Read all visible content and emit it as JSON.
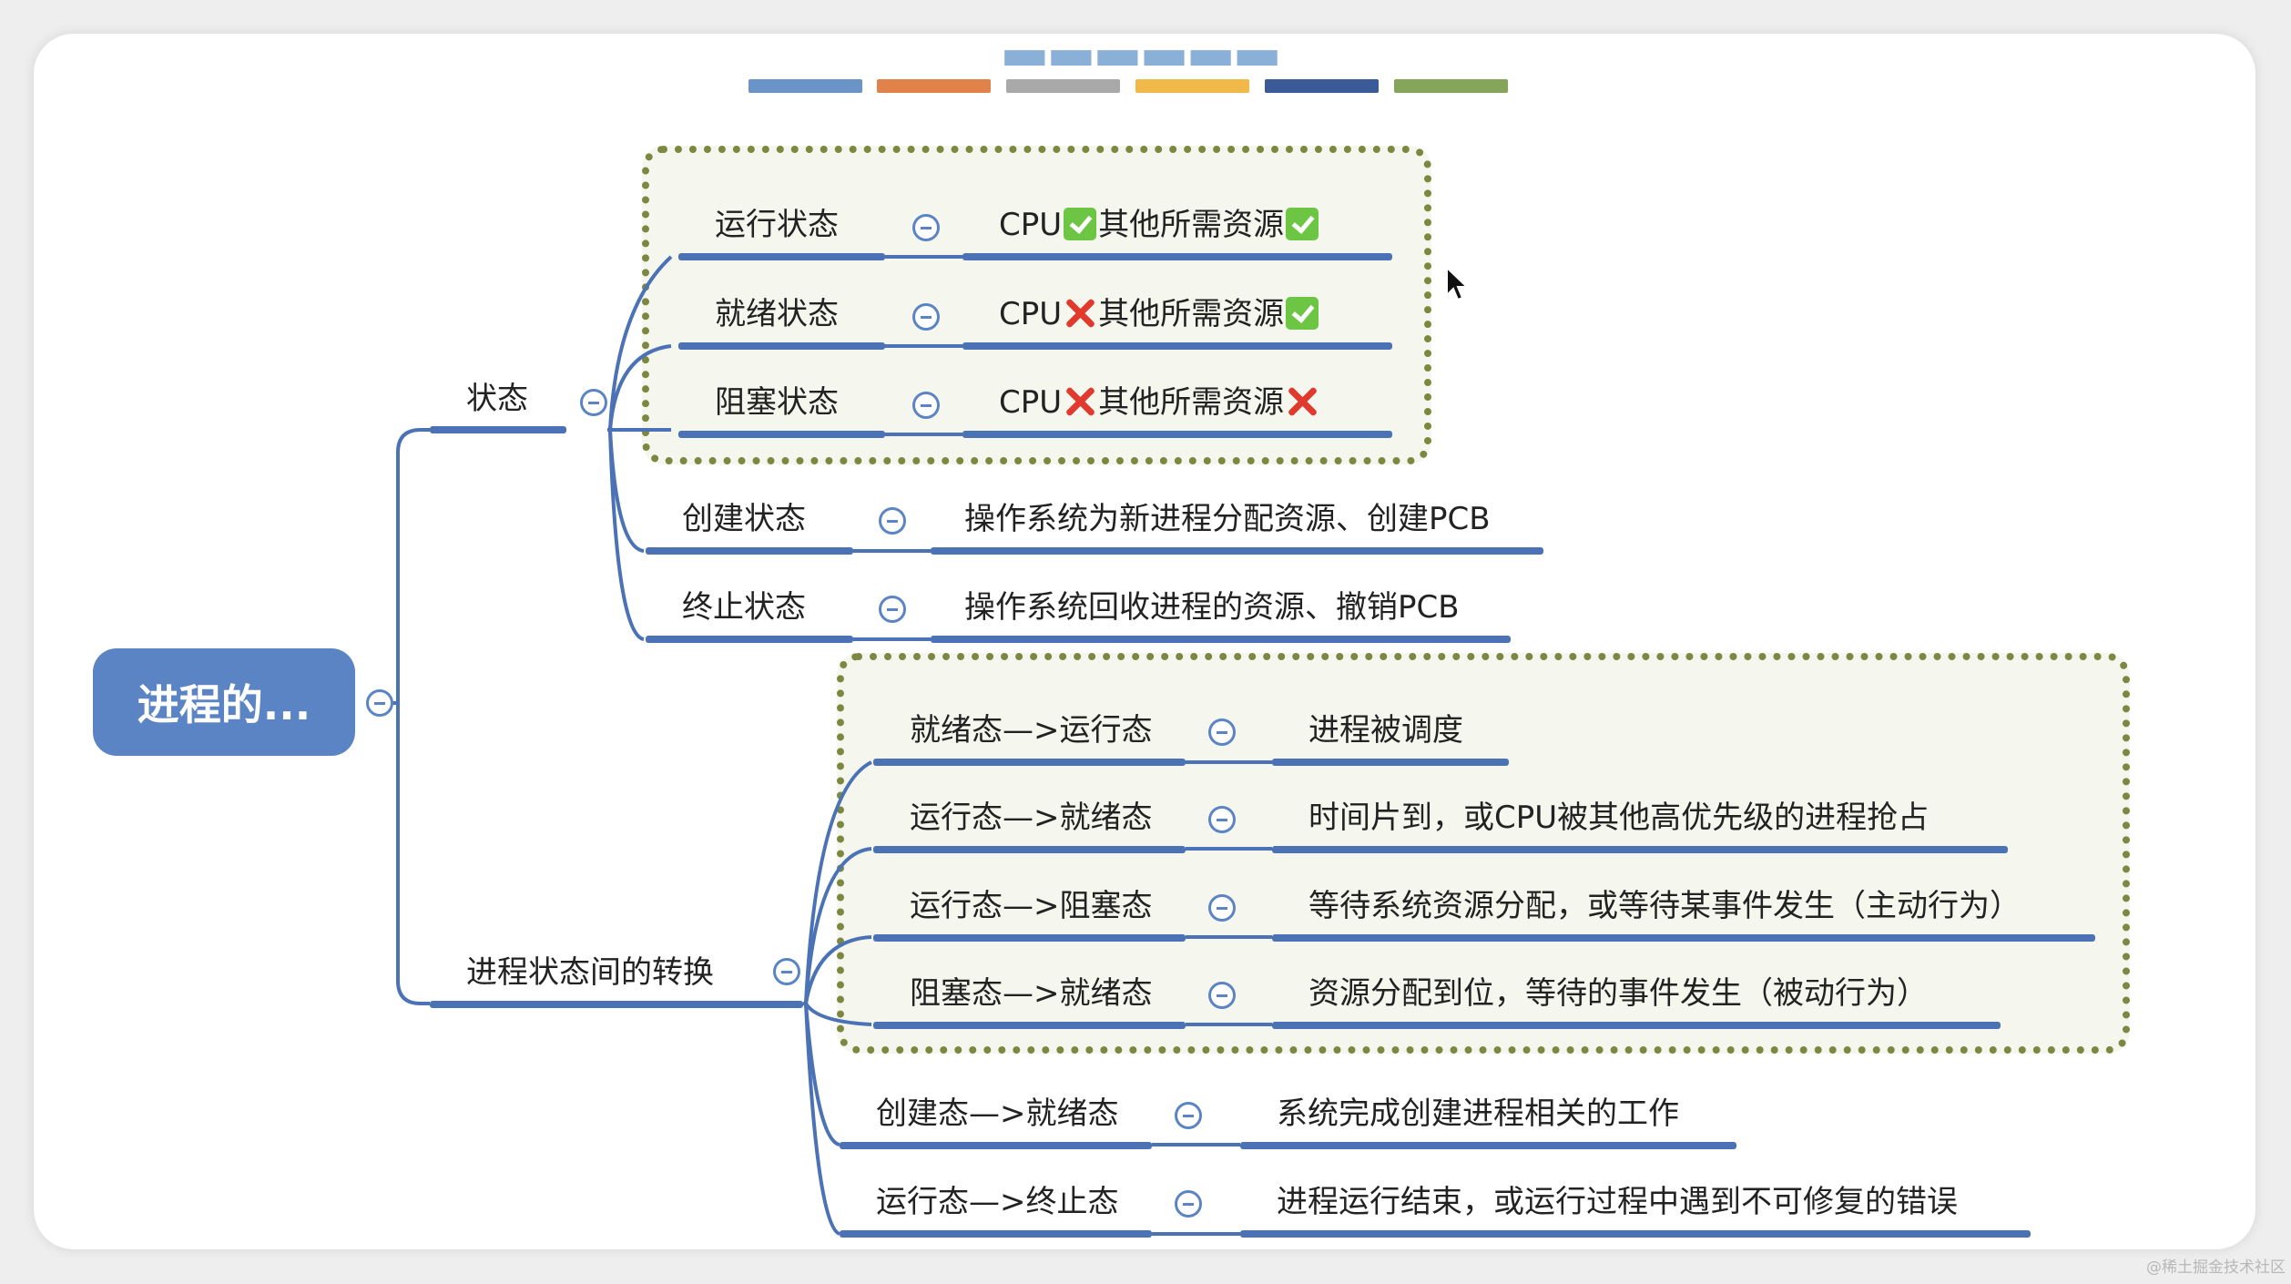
{
  "root": {
    "label": "进程的..."
  },
  "palette": [
    "#6a93c7",
    "#e0824a",
    "#a9a9a9",
    "#f0b94a",
    "#3a5a98",
    "#84a55a"
  ],
  "colors": {
    "line": "#4a72b5",
    "node": "#5b84c4",
    "check": "#6cc644",
    "cross": "#e03a2e",
    "dotted_border": "#7c8840"
  },
  "branches": {
    "state": {
      "label": "状态",
      "children": [
        {
          "label": "运行状态",
          "cpu": "CPU",
          "cpu_ok": true,
          "other": "其他所需资源",
          "other_ok": true
        },
        {
          "label": "就绪状态",
          "cpu": "CPU",
          "cpu_ok": false,
          "other": "其他所需资源",
          "other_ok": true
        },
        {
          "label": "阻塞状态",
          "cpu": "CPU",
          "cpu_ok": false,
          "other": "其他所需资源",
          "other_ok": false
        },
        {
          "label": "创建状态",
          "detail": "操作系统为新进程分配资源、创建PCB"
        },
        {
          "label": "终止状态",
          "detail": "操作系统回收进程的资源、撤销PCB"
        }
      ]
    },
    "transition": {
      "label": "进程状态间的转换",
      "children": [
        {
          "label": "就绪态—>运行态",
          "detail": "进程被调度"
        },
        {
          "label": "运行态—>就绪态",
          "detail": "时间片到，或CPU被其他高优先级的进程抢占"
        },
        {
          "label": "运行态—>阻塞态",
          "detail": "等待系统资源分配，或等待某事件发生（主动行为）"
        },
        {
          "label": "阻塞态—>就绪态",
          "detail": "资源分配到位，等待的事件发生（被动行为）"
        },
        {
          "label": "创建态—>就绪态",
          "detail": "系统完成创建进程相关的工作"
        },
        {
          "label": "运行态—>终止态",
          "detail": "进程运行结束，或运行过程中遇到不可修复的错误"
        }
      ]
    }
  },
  "watermark": "@稀土掘金技术社区"
}
